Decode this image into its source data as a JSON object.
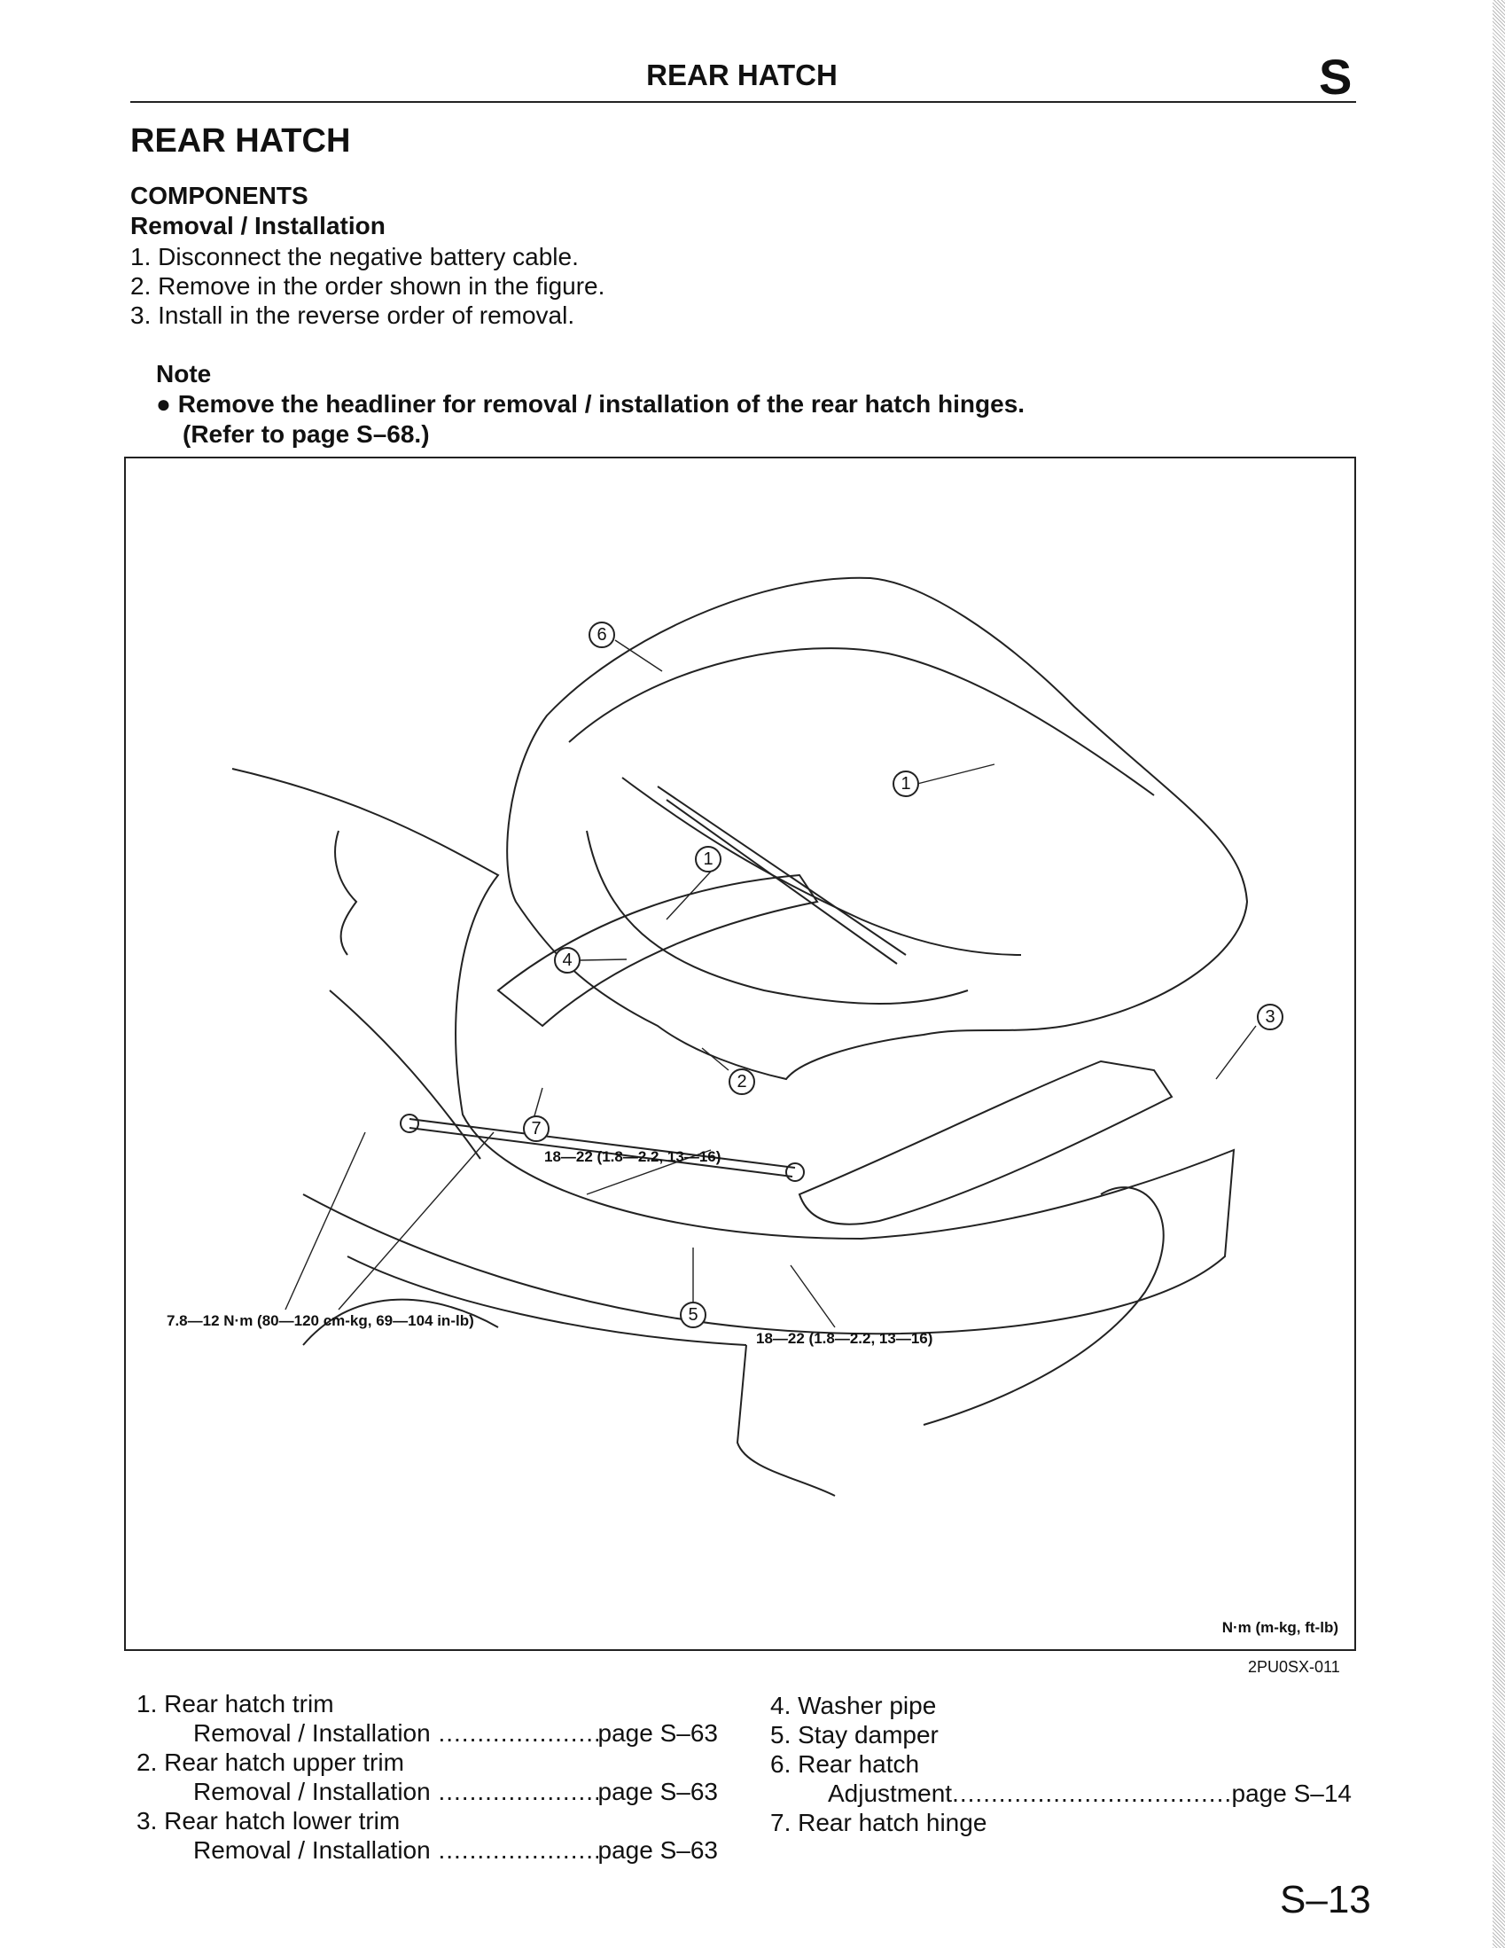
{
  "header": {
    "title": "REAR HATCH",
    "section_letter": "S"
  },
  "title": "REAR HATCH",
  "components_heading": "COMPONENTS",
  "procedure_heading": "Removal / Installation",
  "steps": [
    "1. Disconnect the negative battery cable.",
    "2. Remove in the order shown in the figure.",
    "3. Install in the reverse order of removal."
  ],
  "note": {
    "label": "Note",
    "bullet_line1": "Remove the headliner for removal / installation of the rear hatch hinges.",
    "bullet_line2": "(Refer to page S–68.)"
  },
  "figure": {
    "callouts": [
      "6",
      "1",
      "1",
      "4",
      "3",
      "2",
      "7",
      "5"
    ],
    "torque_labels": [
      "18—22 (1.8—2.2, 13—16)",
      "7.8—12 N·m (80—120 cm-kg, 69—104 in-lb)",
      "18—22 (1.8—2.2, 13—16)"
    ],
    "units": "N·m (m-kg, ft-lb)",
    "figure_id": "2PU0SX-011"
  },
  "legend_left": [
    {
      "item": "1. Rear hatch trim",
      "sub": "Removal / Installation",
      "page": "page S–63"
    },
    {
      "item": "2. Rear hatch upper trim",
      "sub": "Removal / Installation",
      "page": "page S–63"
    },
    {
      "item": "3. Rear hatch lower trim",
      "sub": "Removal / Installation",
      "page": "page S–63"
    }
  ],
  "legend_right": [
    {
      "item": "4. Washer pipe"
    },
    {
      "item": "5. Stay damper"
    },
    {
      "item": "6. Rear hatch",
      "sub": "Adjustment",
      "page": "page S–14"
    },
    {
      "item": "7. Rear hatch hinge"
    }
  ],
  "page_number": "S–13"
}
